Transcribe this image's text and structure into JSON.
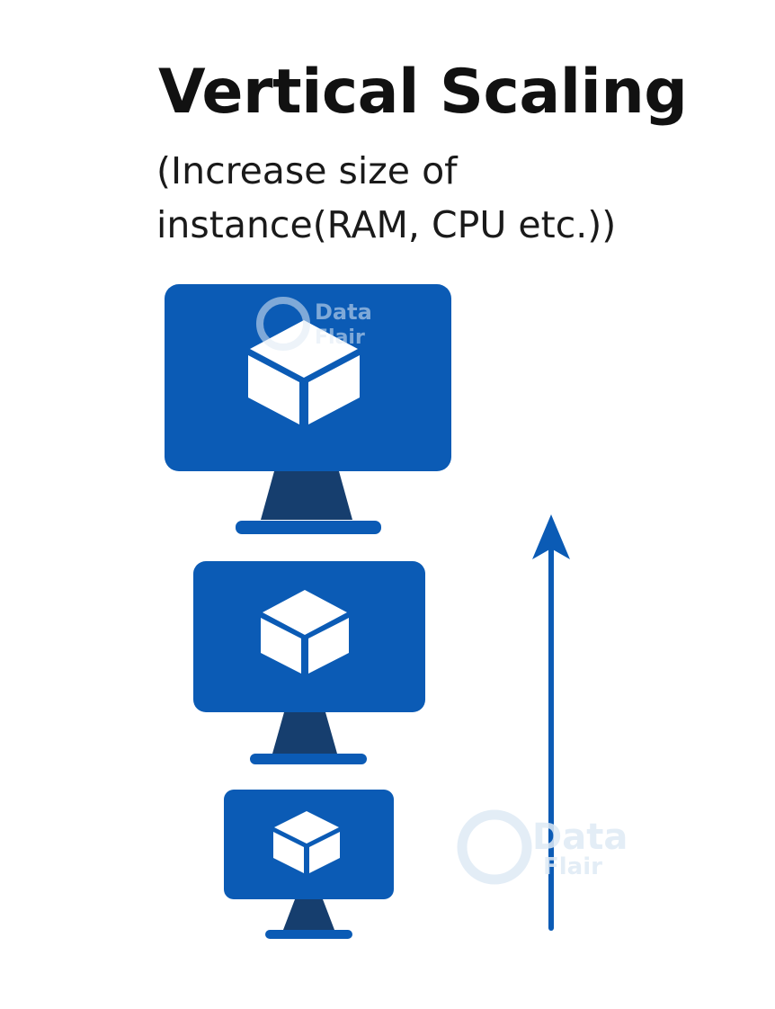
{
  "title": "Vertical Scaling",
  "subtitle": {
    "line1": "(Increase size of",
    "line2": "instance(RAM, CPU etc.))"
  },
  "watermark": {
    "line1": "Data",
    "line2": "Flair"
  },
  "colors": {
    "monitor": "#0b5bb5",
    "stand": "#163e6e",
    "cube": "#ffffff",
    "arrow": "#0b5bb5",
    "watermark": "#dfeaf5"
  },
  "icons": {
    "monitor": "monitor-icon",
    "cube": "cube-icon",
    "arrow": "arrow-up-icon"
  }
}
